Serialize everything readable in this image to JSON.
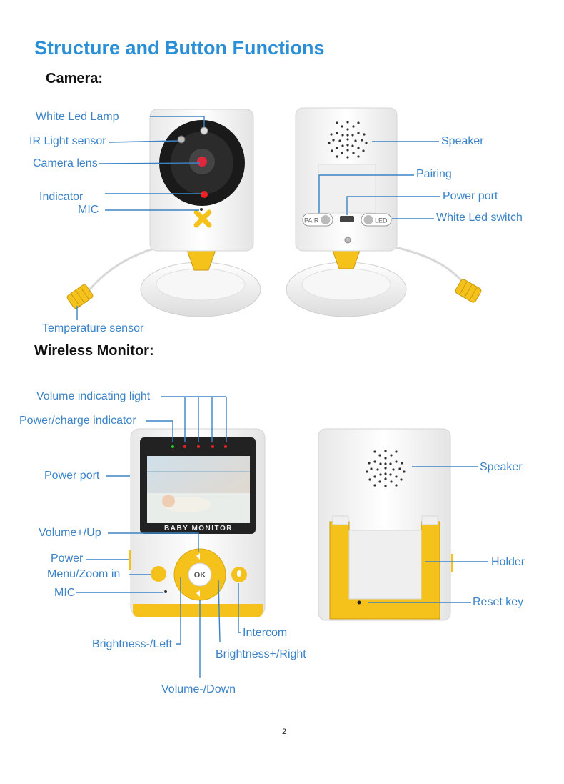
{
  "title": "Structure and Button Functions",
  "camera": {
    "heading": "Camera:",
    "labels": {
      "white_led_lamp": "White Led Lamp",
      "ir_light_sensor": "IR Light sensor",
      "camera_lens": "Camera lens",
      "indicator": "Indicator",
      "mic": "MIC",
      "temperature_sensor": "Temperature sensor",
      "speaker": "Speaker",
      "pairing": "Pairing",
      "power_port": "Power port",
      "white_led_switch": "White Led switch"
    },
    "back_tags": {
      "pair": "PAIR",
      "led": "LED"
    }
  },
  "monitor": {
    "heading": "Wireless Monitor:",
    "screen_caption": "BABY MONITOR",
    "ok": "OK",
    "labels": {
      "volume_indicating_light": "Volume indicating light",
      "power_charge_indicator": "Power/charge indicator",
      "power_port": "Power port",
      "volume_up": "Volume+/Up",
      "power": "Power",
      "menu_zoom": "Menu/Zoom in",
      "mic": "MIC",
      "brightness_left": "Brightness-/Left",
      "intercom": "Intercom",
      "brightness_right": "Brightness+/Right",
      "volume_down": "Volume-/Down",
      "speaker": "Speaker",
      "holder": "Holder",
      "reset_key": "Reset key"
    }
  },
  "page_number": "2",
  "colors": {
    "label": "#3b83c6",
    "title": "#2a8fd6",
    "accent_yellow": "#f4c21a",
    "device_white": "#f4f4f4"
  }
}
